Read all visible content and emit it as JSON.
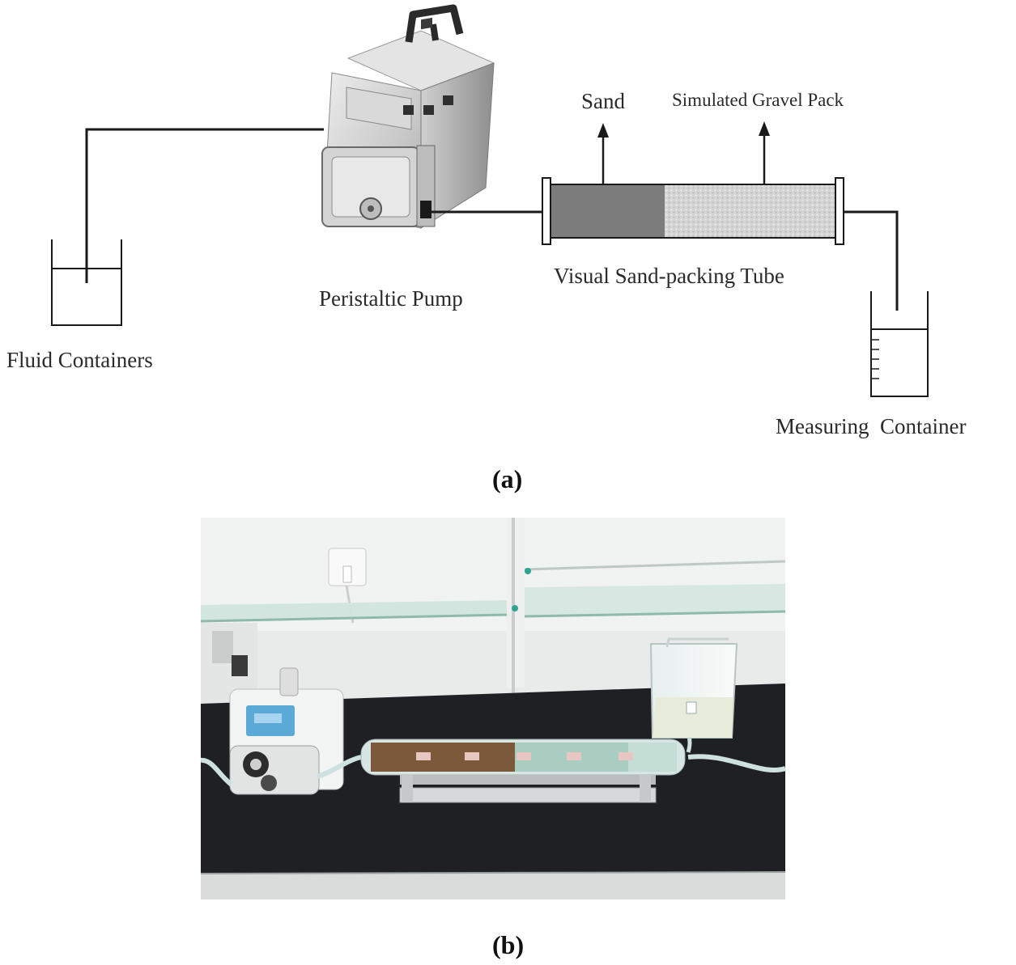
{
  "diagram": {
    "labels": {
      "fluid_containers": "Fluid Containers",
      "peristaltic_pump": "Peristaltic Pump",
      "sand": "Sand",
      "simulated_gravel_pack": "Simulated Gravel Pack",
      "visual_tube": "Visual Sand-packing Tube",
      "measuring_container": "Measuring  Container"
    },
    "caption_a": "(a)"
  },
  "photo": {
    "caption_b": "(b)"
  },
  "colors": {
    "line": "#1a1a1a",
    "sand": "#7a7a7a",
    "gravel": "#cfcfcf",
    "bench": "#1e1f22",
    "wall": "#e9ecec",
    "glass_shelf": "#cde3dc",
    "sand_photo": "#7b5a3c",
    "gravel_photo": "#a9cdc0"
  }
}
